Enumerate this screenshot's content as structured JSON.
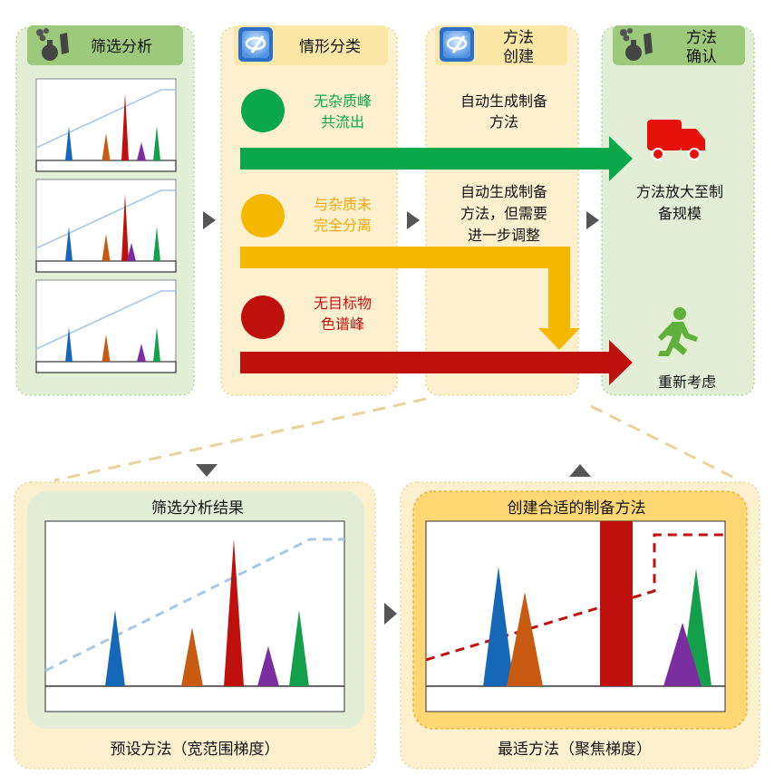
{
  "columns": {
    "screening": {
      "title": "筛选分析"
    },
    "classify": {
      "title": "情形分类"
    },
    "create": {
      "title_line1": "方法",
      "title_line2": "创建"
    },
    "confirm": {
      "title_line1": "方法",
      "title_line2": "确认"
    }
  },
  "cases": [
    {
      "label_line1": "无杂质峰",
      "label_line2": "共流出",
      "color": "#0aa84a",
      "action_lines": [
        "自动生成制备",
        "方法"
      ],
      "outcome_lines": [
        "方法放大至制",
        "备规模"
      ]
    },
    {
      "label_line1": "与杂质未",
      "label_line2": "完全分离",
      "color": "#f5b800",
      "action_lines": [
        "自动生成制备",
        "方法，但需要",
        "进一步调整"
      ]
    },
    {
      "label_line1": "无目标物",
      "label_line2": "色谱峰",
      "color": "#c0100e",
      "outcome_lines": [
        "重新考虑"
      ]
    }
  ],
  "bottom": {
    "left": {
      "title": "筛选分析结果",
      "caption": "预设方法（宽范围梯度）"
    },
    "right": {
      "title": "创建合适的制备方法",
      "caption": "最适方法（聚焦梯度）"
    }
  },
  "colors": {
    "green_panel": "#e2efd6",
    "yellow_panel": "#fdf0cf",
    "peak_blue": "#1667b8",
    "peak_orange": "#c85a12",
    "peak_red": "#c0100e",
    "peak_purple": "#7a2ea0",
    "peak_green": "#14a04a",
    "gradient_blue": "#a6c8e6",
    "gradient_red": "#c0100e"
  }
}
